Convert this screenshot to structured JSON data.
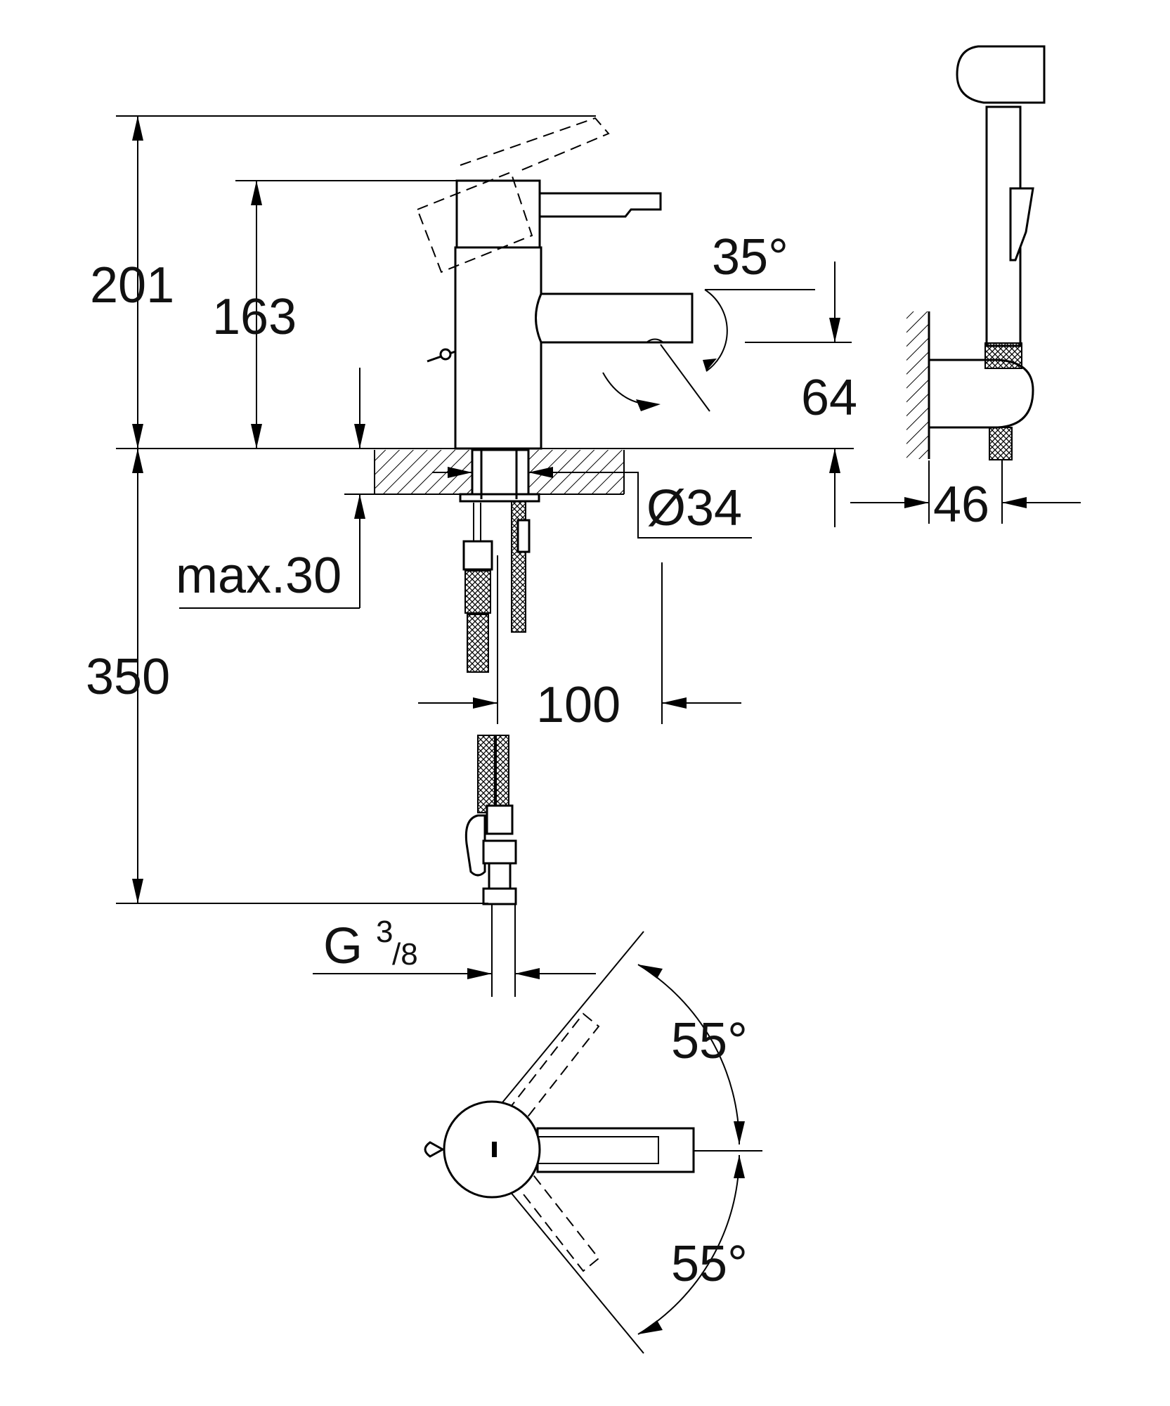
{
  "dimensions": {
    "d201": "201",
    "d163": "163",
    "angle_35": "35°",
    "d64": "64",
    "d46": "46",
    "dia34": "Ø34",
    "max30": "max.30",
    "d350": "350",
    "d100": "100",
    "g_thread": "G",
    "g_sup": "3",
    "g_sub": "/8",
    "angle_55_top": "55°",
    "angle_55_bottom": "55°"
  }
}
